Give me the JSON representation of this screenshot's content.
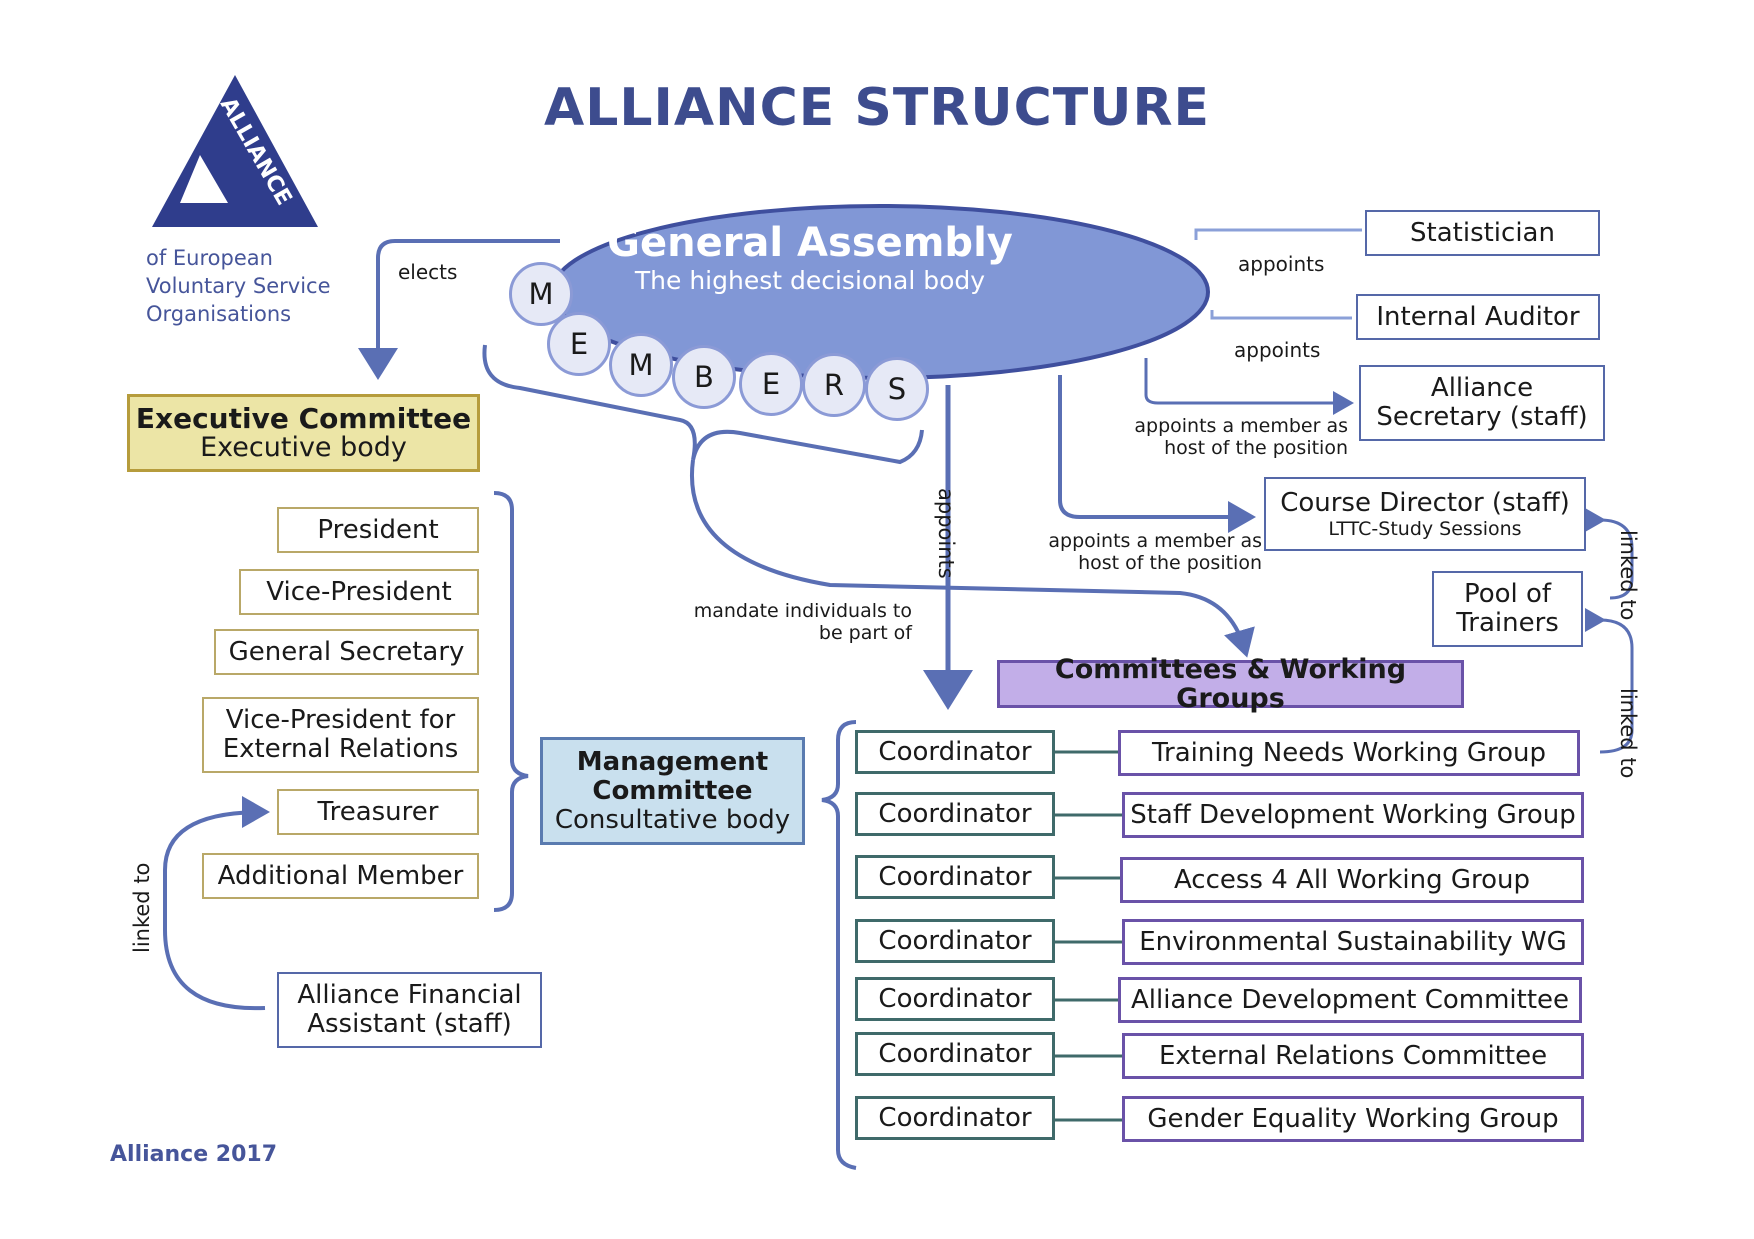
{
  "title": "ALLIANCE STRUCTURE",
  "logo": {
    "mark_text": "ALLIANCE",
    "subtitle": [
      "of European",
      "Voluntary Service",
      "Organisations"
    ]
  },
  "general_assembly": {
    "title": "General Assembly",
    "subtitle": "The highest decisional body"
  },
  "members_letters": [
    "M",
    "E",
    "M",
    "B",
    "E",
    "R",
    "S"
  ],
  "executive_committee": {
    "title": "Executive Committee",
    "subtitle": "Executive body"
  },
  "exec_positions": [
    "President",
    "Vice-President",
    "General Secretary",
    "Vice-President for External Relations",
    "Treasurer",
    "Additional Member"
  ],
  "financial_assistant": [
    "Alliance Financial",
    "Assistant (staff)"
  ],
  "management_committee": {
    "title_line1": "Management",
    "title_line2": "Committee",
    "subtitle": "Consultative body"
  },
  "committees_header": "Committees & Working Groups",
  "coordinator_label": "Coordinator",
  "working_groups": [
    "Training Needs Working Group",
    "Staff Development Working Group",
    "Access 4 All Working Group",
    "Environmental Sustainability WG",
    "Alliance Development Committee",
    "External Relations Committee",
    "Gender Equality Working Group"
  ],
  "staff": {
    "statistician": "Statistician",
    "internal_auditor": "Internal Auditor",
    "secretary": [
      "Alliance",
      "Secretary (staff)"
    ],
    "course_director": "Course Director (staff)",
    "course_director_sub": "LTTC-Study Sessions",
    "pool_of_trainers": [
      "Pool of",
      "Trainers"
    ]
  },
  "labels": {
    "elects": "elects",
    "appoints": "appoints",
    "appoints_member_host": [
      "appoints a member as",
      "host of the position"
    ],
    "mandate": [
      "mandate individuals to",
      "be part of"
    ],
    "linked_to": "linked to"
  },
  "footer": "Alliance 2017",
  "colors": {
    "title": "#3d4c8e",
    "assembly": "#8197d6",
    "exec": "#ece5a6",
    "mgmt": "#c9e0ee",
    "committees": "#c2aee8",
    "arrows": "#5a6fb4"
  }
}
